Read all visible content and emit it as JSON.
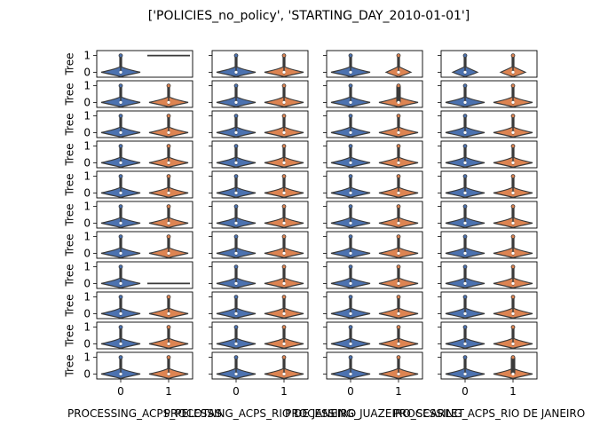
{
  "chart_data": {
    "type": "violin",
    "title": "['POLICIES_no_policy', 'STARTING_DAY_2010-01-01']",
    "grid": false,
    "n_rows": 11,
    "n_cols": 4,
    "ylabel": "Tree",
    "yticks": [
      "0",
      "1"
    ],
    "ylim": [
      -0.3,
      1.3
    ],
    "xticks": [
      "0",
      "1"
    ],
    "xlabels": [
      "PROCESSING_ACPS_PELOTAS",
      "PROCESSING_ACPS_RIO DE JANEIRO",
      "PROCESSING_JUAZEIRO_SCARLET",
      "PROCESSING_ACPS_RIO DE JANEIRO"
    ],
    "series_colors": {
      "0": "#4c72b0",
      "1": "#dd8452"
    },
    "shape_codes": {
      "A": "typical violin: wide body near 0, thin spike up to 1, dot at 1",
      "B": "flat line at 1 only",
      "C": "thin spike near 0 with faint spike up to 1",
      "D": "thick stacked outliers up to 1",
      "E": "flat line at 0 only"
    },
    "panels": [
      [
        "AB",
        "AA",
        "AC",
        "CC"
      ],
      [
        "AA",
        "AA",
        "AD",
        "AA"
      ],
      [
        "AA",
        "AA",
        "AA",
        "AA"
      ],
      [
        "AA",
        "AA",
        "AA",
        "AA"
      ],
      [
        "AA",
        "AA",
        "AA",
        "AA"
      ],
      [
        "AA",
        "AA",
        "AA",
        "AA"
      ],
      [
        "AA",
        "AA",
        "AA",
        "AA"
      ],
      [
        "AE",
        "AA",
        "AA",
        "AA"
      ],
      [
        "AA",
        "AA",
        "AA",
        "AA"
      ],
      [
        "AA",
        "AA",
        "AA",
        "AA"
      ],
      [
        "AA",
        "AA",
        "AA",
        "AD"
      ]
    ]
  }
}
